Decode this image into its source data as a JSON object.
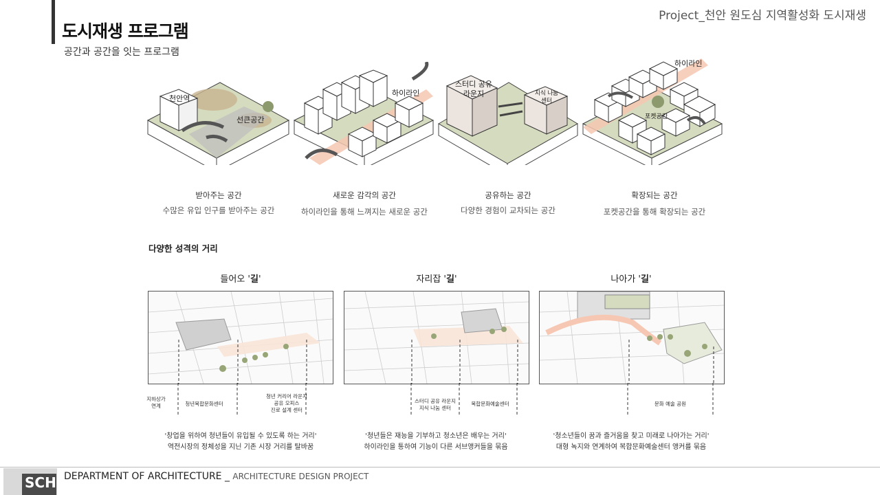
{
  "header": {
    "title": "도시재생 프로그램",
    "subtitle": "공간과 공간을 잇는 프로그램",
    "project": "Project_천안 원도심 지역활성화 도시재생"
  },
  "diagrams": [
    {
      "labels": [
        "천안역",
        "선큰공간"
      ],
      "caption_title": "받아주는 공간",
      "caption_desc": "수많은 유입 인구를 받아주는 공간"
    },
    {
      "labels": [
        "하이라인"
      ],
      "caption_title": "새로운 감각의 공간",
      "caption_desc": "하이라인을 통해 느껴지는 새로운 공간"
    },
    {
      "labels": [
        "스터디 공유",
        "라운지",
        "지식 나눔",
        "센터"
      ],
      "caption_title": "공유하는 공간",
      "caption_desc": "다양한 경험이 교차되는 공간"
    },
    {
      "labels": [
        "하이라인",
        "포켓공간"
      ],
      "caption_title": "확장되는 공간",
      "caption_desc": "포켓공간을 통해 확장되는 공간"
    }
  ],
  "section_title": "다양한 성격의 거리",
  "streets": [
    {
      "title_prefix": "들어오 '",
      "title_bold": "길",
      "title_suffix": "'",
      "ticks": [
        [
          "지하상가",
          "연계"
        ],
        [
          "청년복합문화센터"
        ],
        [
          "청년 커리어 라운지",
          "공유 오피스",
          "진로 설계 센터"
        ]
      ],
      "quote": [
        "'창업을 위하여 청년들이 유입될 수 있도록 하는 거리'",
        "역전시장의 정체성을 지닌 기존 시장 거리를 탈바꿈"
      ]
    },
    {
      "title_prefix": "자리잡 '",
      "title_bold": "길",
      "title_suffix": "'",
      "ticks": [
        [
          "스터디 공유 라운지",
          "지식 나눔 센터"
        ],
        [
          "복합문화예술센터"
        ]
      ],
      "quote": [
        "'청년들은 재능을 기부하고 청소년은 배우는 거리'",
        "하이라인을 통하여 기능이 다른 서브앵커들을 묶음"
      ]
    },
    {
      "title_prefix": "나아가 '",
      "title_bold": "길",
      "title_suffix": "'",
      "ticks": [
        [
          "문화 예술 공원"
        ]
      ],
      "quote": [
        "'청소년들이 꿈과 즐거움을 찾고 미래로 나아가는 거리'",
        "대형 녹지와 연계하여 복합문화예술센터 앵커를 묶음"
      ]
    }
  ],
  "footer": {
    "logo": "SCH",
    "dept": "DEPARTMENT  OF ARCHITECTURE _ ",
    "project": "ARCHITECTURE DESIGN PROJECT"
  },
  "colors": {
    "ground": "#d5dbbf",
    "highline": "#f6c7b2",
    "accent": "#9c8c6a"
  }
}
